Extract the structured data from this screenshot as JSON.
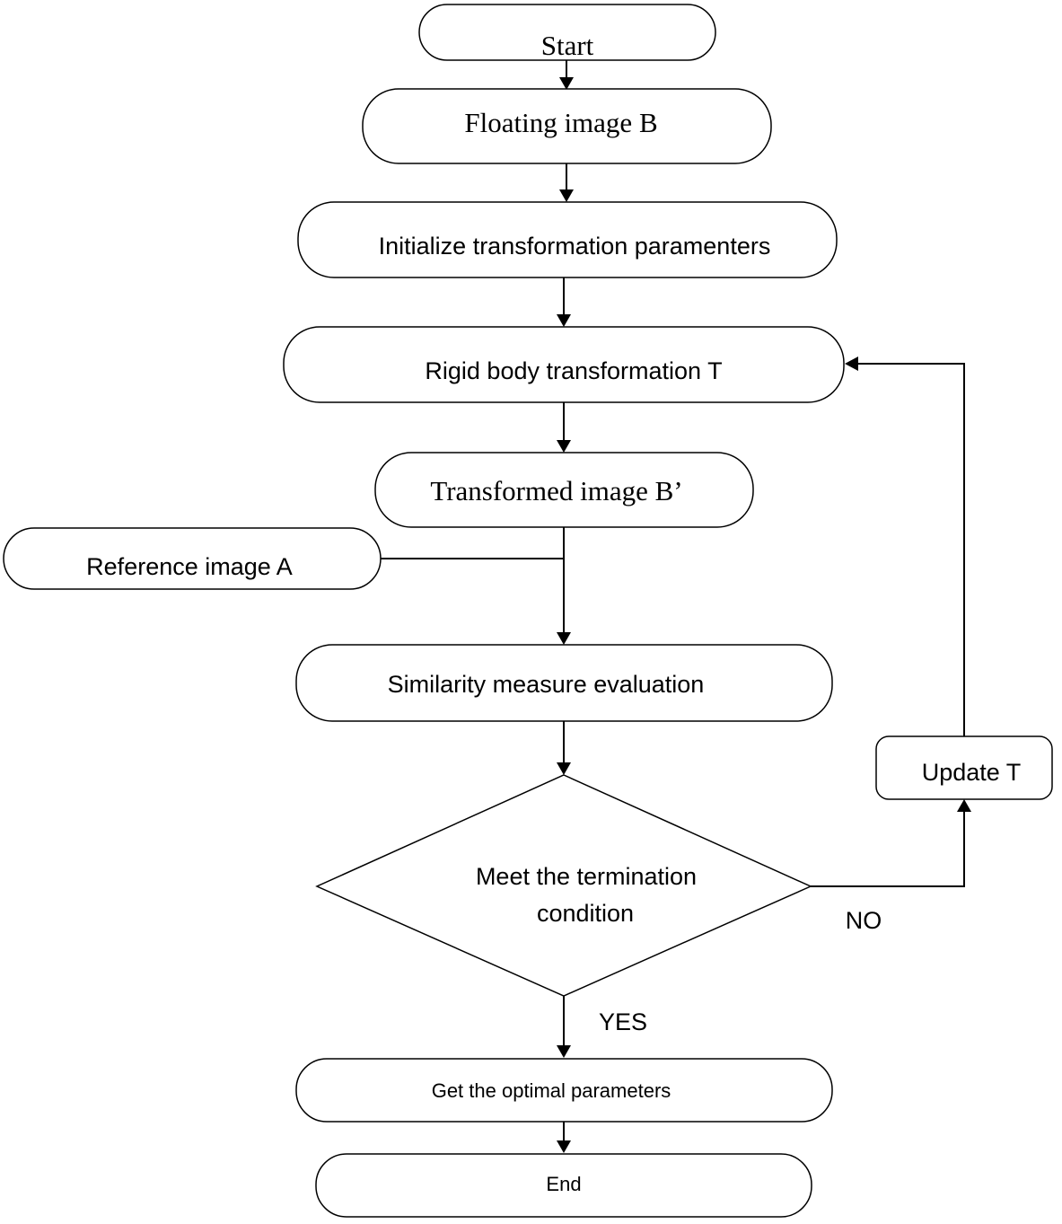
{
  "nodes": {
    "start": "Start",
    "floating_image": "Floating image B",
    "initialize": "Initialize transformation paramenters",
    "rigid_body": "Rigid body transformation T",
    "transformed_image": "Transformed image B’",
    "reference_image": "Reference image A",
    "similarity": "Similarity measure evaluation",
    "termination_line1": "Meet the termination",
    "termination_line2": "condition",
    "update": "Update T",
    "optimal": "Get the optimal parameters",
    "end": "End"
  },
  "edge_labels": {
    "no": "NO",
    "yes": "YES"
  },
  "colors": {
    "stroke": "#000000",
    "fill": "#ffffff",
    "text": "#000000"
  }
}
